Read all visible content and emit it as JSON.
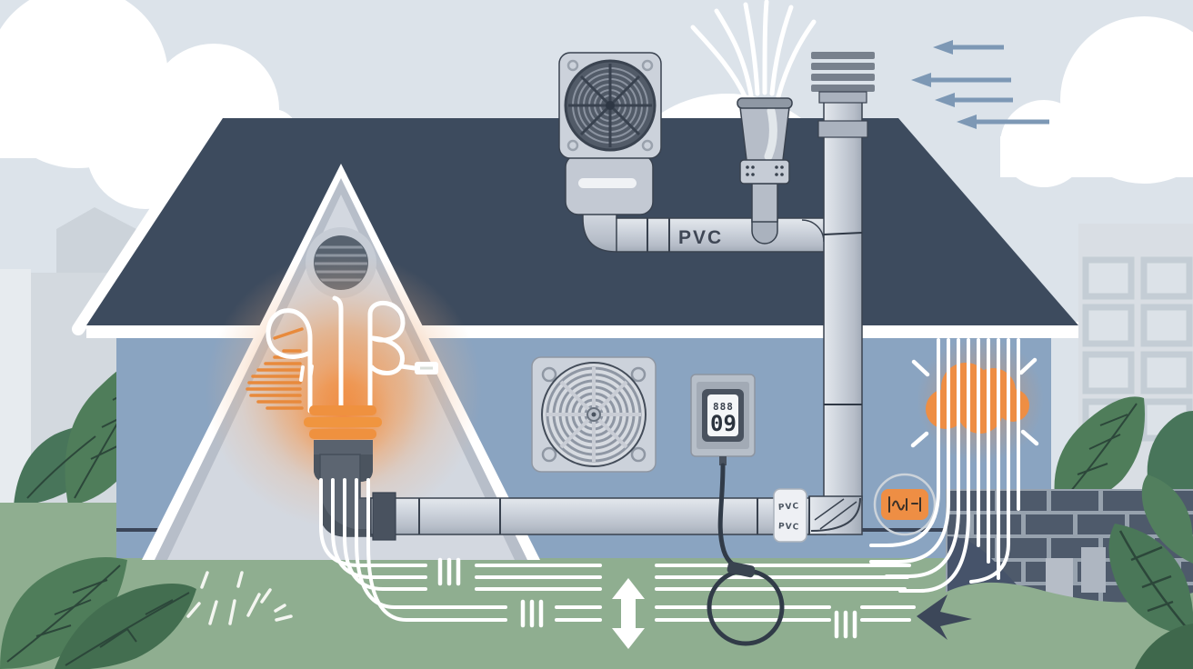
{
  "labels": {
    "pipe_material": "PVC",
    "sleeve_text": "PVC"
  },
  "monitor": {
    "header": "888",
    "reading": "09"
  },
  "colors": {
    "sky": "#dce3ea",
    "cloud": "#ffffff",
    "background_building": "#ccd3da",
    "roof": "#3d4b5e",
    "fascia": "#ffffff",
    "wall": "#8aa4c1",
    "gable_face": "#d3d8e0",
    "gable_trim": "#b7bec9",
    "grass": "#8fae90",
    "pipe": "#c3c9d3",
    "pipe_dark": "#5c6571",
    "accent_orange": "#ee8e44",
    "glow_orange": "#f08a3e",
    "leaf_green": "#4f7d5a",
    "brick": "#4e5a6b",
    "mortar": "#97a2ae",
    "wind_arrow_blue": "#7d98b5",
    "flow_line_white": "#ffffff",
    "cable_dark": "#313b48"
  },
  "icons": {
    "rooftop_fan": "fan-icon",
    "wall_fan": "fan-icon",
    "exhaust_funnel": "vent-funnel-icon",
    "vent_cap": "louver-cap-icon",
    "gable_vent": "round-louver-vent-icon",
    "heat_bulb": "glowing-bulb-icon",
    "radon_cloud": "gas-cloud-icon",
    "radon_badge": "hazard-badge-icon",
    "monitor": "digital-meter-icon",
    "wind_arrows": "airflow-arrows-icon",
    "soil_flow": "underground-airflow-icon"
  }
}
